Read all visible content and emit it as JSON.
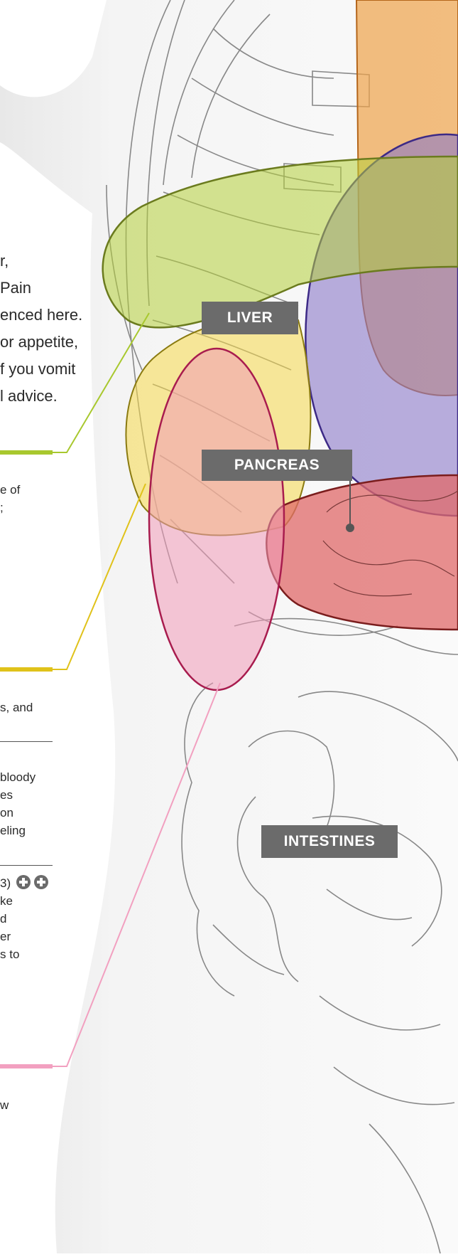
{
  "main_text_lines": [
    "r,",
    "Pain",
    "enced here.",
    "or appetite,",
    "f you vomit",
    "l advice."
  ],
  "side_snippets": {
    "liver_note": [
      "e of",
      ";"
    ],
    "pancreas_note": "s, and",
    "intestines_note_1": [
      "bloody",
      "es",
      "on",
      "eling"
    ],
    "intestines_note_2": [
      "3)",
      "ke",
      "d",
      "er",
      "s to"
    ],
    "pink_note": "w"
  },
  "organ_labels": {
    "liver": "LIVER",
    "pancreas": "PANCREAS",
    "intestines": "INTESTINES"
  },
  "icons": [
    "plus-circle-icon",
    "plus-circle-icon"
  ],
  "colors": {
    "liver": "#b5cf3a",
    "liver_outline": "#6b7b1e",
    "gallbladder": "#f5d94a",
    "pancreas_region": "#e06a6a",
    "pancreas_outline": "#7a1d1d",
    "stomach": "#8b78c8",
    "stomach_outline": "#3d2a86",
    "esophagus": "#eea24a",
    "esophagus_outline": "#b4651a",
    "appendix": "#f09ab8",
    "appendix_outline": "#a81c4e",
    "label_bg": "#6b6b6b",
    "leader_green": "#a8c82e",
    "leader_yellow": "#e0c21a",
    "leader_pink": "#f2a0c0"
  }
}
